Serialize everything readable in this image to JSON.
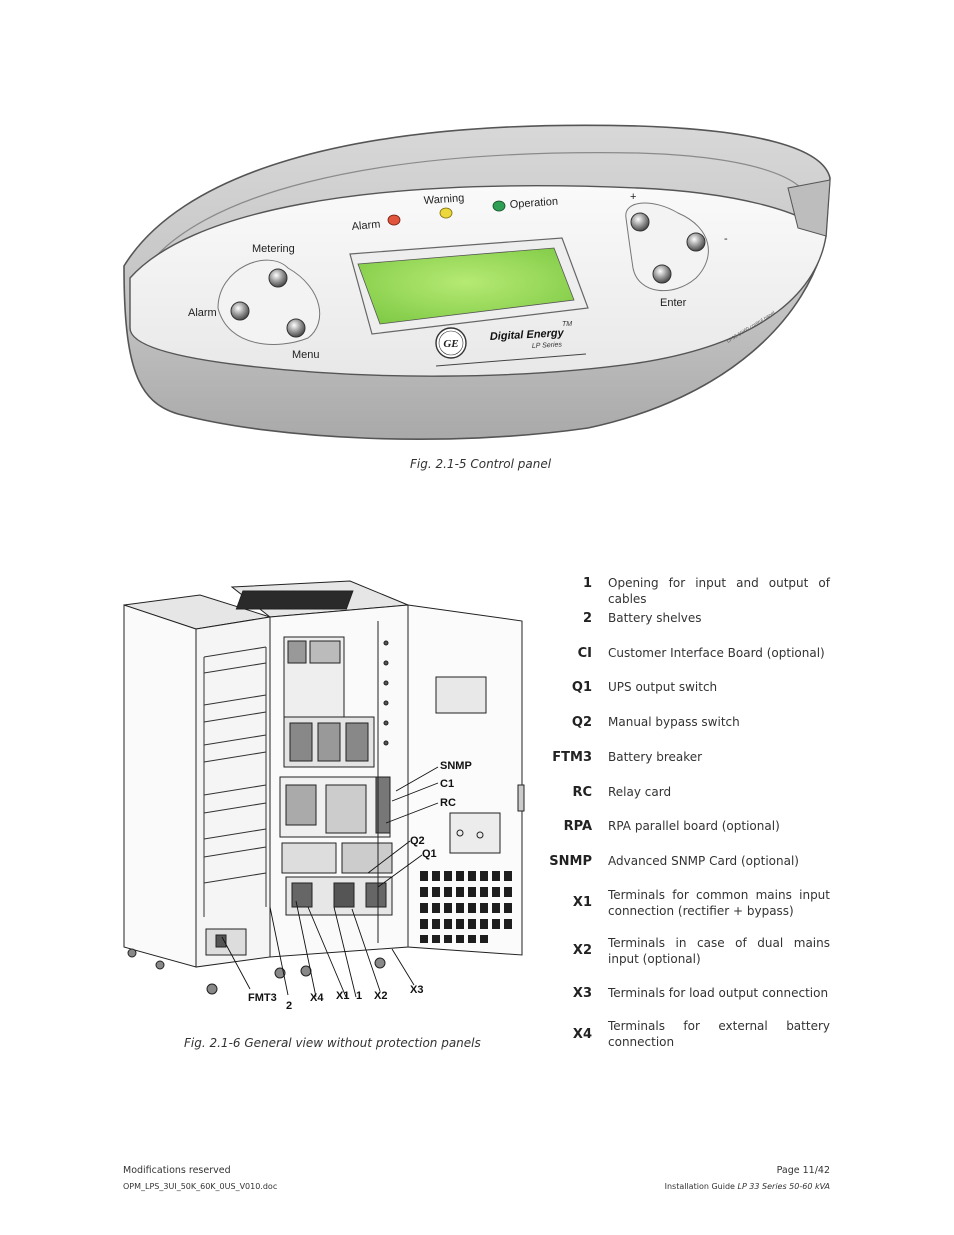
{
  "control_panel": {
    "labels": {
      "alarm_led": "Alarm",
      "warning_led": "Warning",
      "operation_led": "Operation",
      "metering": "Metering",
      "alarm_button": "Alarm",
      "menu": "Menu",
      "plus": "+",
      "minus": "-",
      "enter": "Enter"
    },
    "brand": "Digital Energy",
    "brand_tm": "TM",
    "series": "LP Series",
    "logo": "GE",
    "side_text": "LP33 50/60 control panel",
    "colors": {
      "display": "#8fd04e",
      "alarm_led": "#e0553b",
      "warning_led": "#ecd83c",
      "operation_led": "#2f9f55",
      "body": "#c9c9c9"
    }
  },
  "captions": {
    "fig1": "Fig. 2.1-5   Control panel",
    "fig2": "Fig. 2.1-6   General view without protection panels"
  },
  "cabinet_callouts": {
    "snmp": "SNMP",
    "c1": "C1",
    "rc": "RC",
    "q2": "Q2",
    "q1": "Q1",
    "fmt3": "FMT3",
    "two": "2",
    "x4": "X4",
    "x1": "X1",
    "one": "1",
    "x2": "X2",
    "x3": "X3"
  },
  "legend": [
    {
      "code": "1",
      "desc": "Opening for input and output of cables"
    },
    {
      "code": "2",
      "desc": "Battery shelves"
    },
    {
      "code": "CI",
      "desc": "Customer Interface Board (optional)"
    },
    {
      "code": "Q1",
      "desc": "UPS output switch"
    },
    {
      "code": "Q2",
      "desc": "Manual bypass switch"
    },
    {
      "code": "FTM3",
      "desc": "Battery breaker"
    },
    {
      "code": "RC",
      "desc": "Relay card"
    },
    {
      "code": "RPA",
      "desc": "RPA parallel board (optional)"
    },
    {
      "code": "SNMP",
      "desc": "Advanced SNMP Card (optional)"
    },
    {
      "code": "X1",
      "desc": "Terminals for common mains input connection (rectifier + bypass)"
    },
    {
      "code": "X2",
      "desc": "Terminals in case of dual mains input (optional)"
    },
    {
      "code": "X3",
      "desc": "Terminals for load output connection"
    },
    {
      "code": "X4",
      "desc": "Terminals for external battery connection"
    }
  ],
  "footer": {
    "left_line1": "Modifications reserved",
    "left_line2": "OPM_LPS_3UI_50K_60K_0US_V010.doc",
    "right_line1": "Page 11/42",
    "right_line2_prefix": "Installation Guide ",
    "right_line2_italic": "LP 33 Series 50-60 kVA"
  }
}
